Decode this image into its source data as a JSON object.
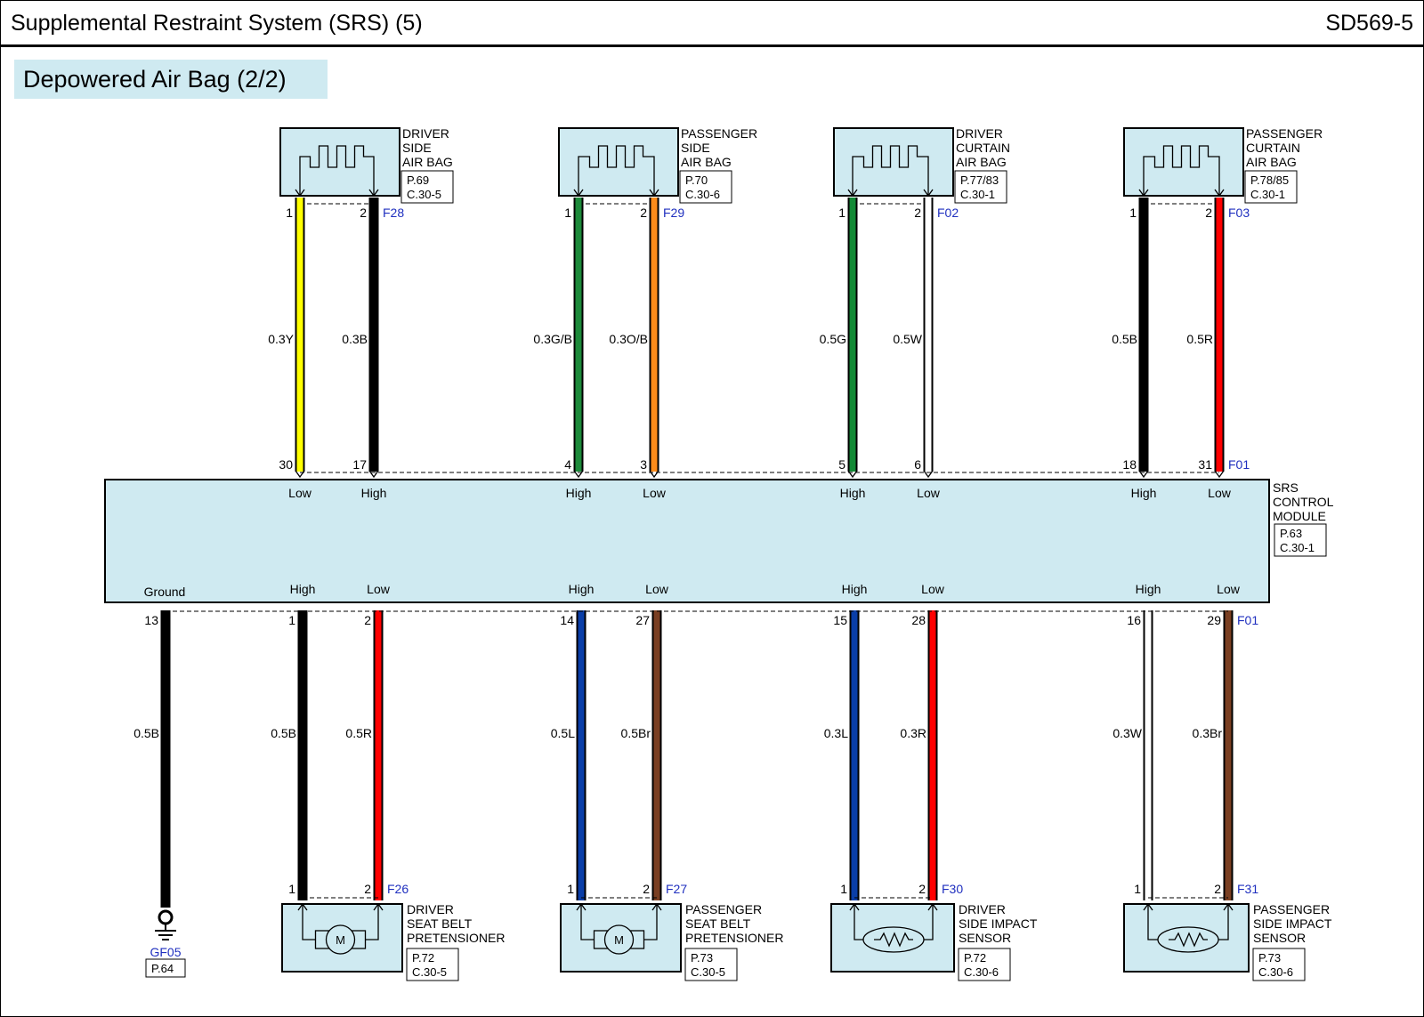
{
  "header": {
    "title": "Supplemental Restraint System (SRS) (5)",
    "code": "SD569-5"
  },
  "subtitle": "Depowered Air Bag (2/2)",
  "colors": {
    "component_fill": "#cfeaf1",
    "connector_id": "#1f2fbf",
    "wire_Y": "#ffff00",
    "wire_B": "#000000",
    "wire_G/B": "#1d8a3a",
    "wire_O/B": "#ff8c1a",
    "wire_G": "#138a36",
    "wire_W": "#ffffff",
    "wire_R": "#ff0000",
    "wire_L": "#0a3ea8",
    "wire_Br": "#7a3f22"
  },
  "module": {
    "name_lines": [
      "SRS",
      "CONTROL",
      "MODULE"
    ],
    "ref_lines": [
      "P.63",
      "C.30-1"
    ],
    "top_connector": "F01",
    "bottom_connector": "F01",
    "ground_label": "Ground"
  },
  "top_components": [
    {
      "name_lines": [
        "DRIVER",
        "SIDE",
        "AIR BAG"
      ],
      "ref_lines": [
        "P.69",
        "C.30-5"
      ],
      "connector": "F28",
      "pins": [
        "1",
        "2"
      ],
      "wires": [
        {
          "size": "0.3Y",
          "color": "#ffff00",
          "module_pin": "30",
          "signal": "Low"
        },
        {
          "size": "0.3B",
          "color": "#000000",
          "module_pin": "17",
          "signal": "High"
        }
      ]
    },
    {
      "name_lines": [
        "PASSENGER",
        "SIDE",
        "AIR BAG"
      ],
      "ref_lines": [
        "P.70",
        "C.30-6"
      ],
      "connector": "F29",
      "pins": [
        "1",
        "2"
      ],
      "wires": [
        {
          "size": "0.3G/B",
          "color": "#1d8a3a",
          "module_pin": "4",
          "signal": "High"
        },
        {
          "size": "0.3O/B",
          "color": "#ff8c1a",
          "module_pin": "3",
          "signal": "Low"
        }
      ]
    },
    {
      "name_lines": [
        "DRIVER",
        "CURTAIN",
        "AIR BAG"
      ],
      "ref_lines": [
        "P.77/83",
        "C.30-1"
      ],
      "connector": "F02",
      "pins": [
        "1",
        "2"
      ],
      "wires": [
        {
          "size": "0.5G",
          "color": "#138a36",
          "module_pin": "5",
          "signal": "High"
        },
        {
          "size": "0.5W",
          "color": "#ffffff",
          "module_pin": "6",
          "signal": "Low"
        }
      ]
    },
    {
      "name_lines": [
        "PASSENGER",
        "CURTAIN",
        "AIR BAG"
      ],
      "ref_lines": [
        "P.78/85",
        "C.30-1"
      ],
      "connector": "F03",
      "pins": [
        "1",
        "2"
      ],
      "wires": [
        {
          "size": "0.5B",
          "color": "#000000",
          "module_pin": "18",
          "signal": "High"
        },
        {
          "size": "0.5R",
          "color": "#ff0000",
          "module_pin": "31",
          "signal": "Low"
        }
      ]
    }
  ],
  "ground_wire": {
    "module_pin": "13",
    "size": "0.5B",
    "color": "#000000",
    "ground_id": "GF05",
    "ground_ref": "P.64"
  },
  "bottom_components": [
    {
      "name_lines": [
        "DRIVER",
        "SEAT BELT",
        "PRETENSIONER"
      ],
      "ref_lines": [
        "P.72",
        "C.30-5"
      ],
      "connector": "F26",
      "symbol": "motor",
      "motor_label": "M",
      "pins": [
        "1",
        "2"
      ],
      "wires": [
        {
          "size": "0.5B",
          "color": "#000000",
          "module_pin": "1",
          "signal": "High"
        },
        {
          "size": "0.5R",
          "color": "#ff0000",
          "module_pin": "2",
          "signal": "Low"
        }
      ]
    },
    {
      "name_lines": [
        "PASSENGER",
        "SEAT BELT",
        "PRETENSIONER"
      ],
      "ref_lines": [
        "P.73",
        "C.30-5"
      ],
      "connector": "F27",
      "symbol": "motor",
      "motor_label": "M",
      "pins": [
        "1",
        "2"
      ],
      "wires": [
        {
          "size": "0.5L",
          "color": "#0a3ea8",
          "module_pin": "14",
          "signal": "High"
        },
        {
          "size": "0.5Br",
          "color": "#7a3f22",
          "module_pin": "27",
          "signal": "Low"
        }
      ]
    },
    {
      "name_lines": [
        "DRIVER",
        "SIDE IMPACT",
        "SENSOR"
      ],
      "ref_lines": [
        "P.72",
        "C.30-6"
      ],
      "connector": "F30",
      "symbol": "resistor",
      "pins": [
        "1",
        "2"
      ],
      "wires": [
        {
          "size": "0.3L",
          "color": "#0a3ea8",
          "module_pin": "15",
          "signal": "High"
        },
        {
          "size": "0.3R",
          "color": "#ff0000",
          "module_pin": "28",
          "signal": "Low"
        }
      ]
    },
    {
      "name_lines": [
        "PASSENGER",
        "SIDE IMPACT",
        "SENSOR"
      ],
      "ref_lines": [
        "P.73",
        "C.30-6"
      ],
      "connector": "F31",
      "symbol": "resistor",
      "pins": [
        "1",
        "2"
      ],
      "wires": [
        {
          "size": "0.3W",
          "color": "#ffffff",
          "module_pin": "16",
          "signal": "High"
        },
        {
          "size": "0.3Br",
          "color": "#7a3f22",
          "module_pin": "29",
          "signal": "Low"
        }
      ]
    }
  ]
}
